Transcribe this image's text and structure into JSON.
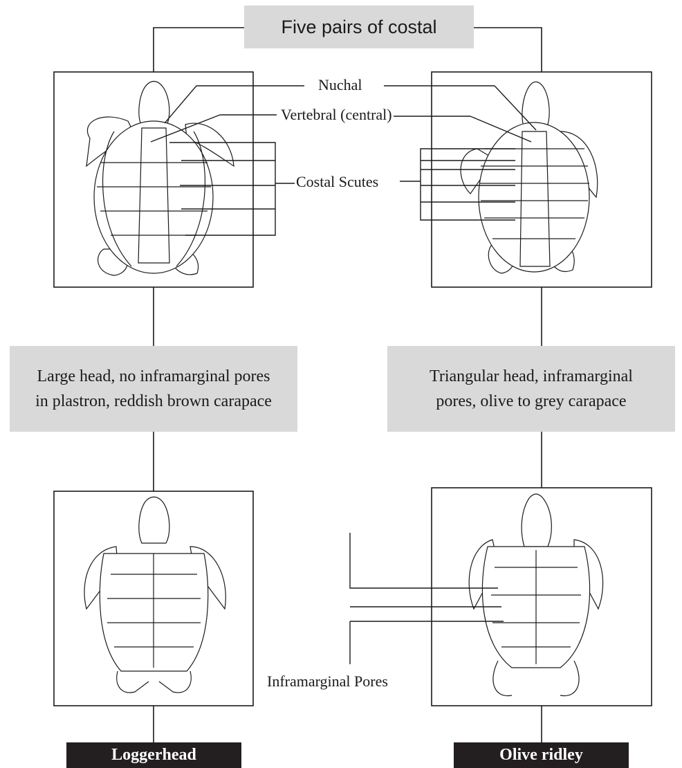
{
  "title": "Five pairs of costal",
  "labels": {
    "nuchal": "Nuchal",
    "vertebral": "Vertebral (central)",
    "costal": "Costal Scutes",
    "inframarginal": "Inframarginal Pores"
  },
  "descriptions": {
    "left": [
      "Large head, no inframarginal pores",
      "in plastron, reddish brown carapace"
    ],
    "right": [
      "Triangular head, inframarginal",
      "pores, olive to grey carapace"
    ]
  },
  "species": {
    "left": "Loggerhead",
    "right": "Olive ridley"
  },
  "colors": {
    "box_fill": "#d9d9d9",
    "name_fill": "#231f20",
    "line": "#1a1a1a"
  }
}
